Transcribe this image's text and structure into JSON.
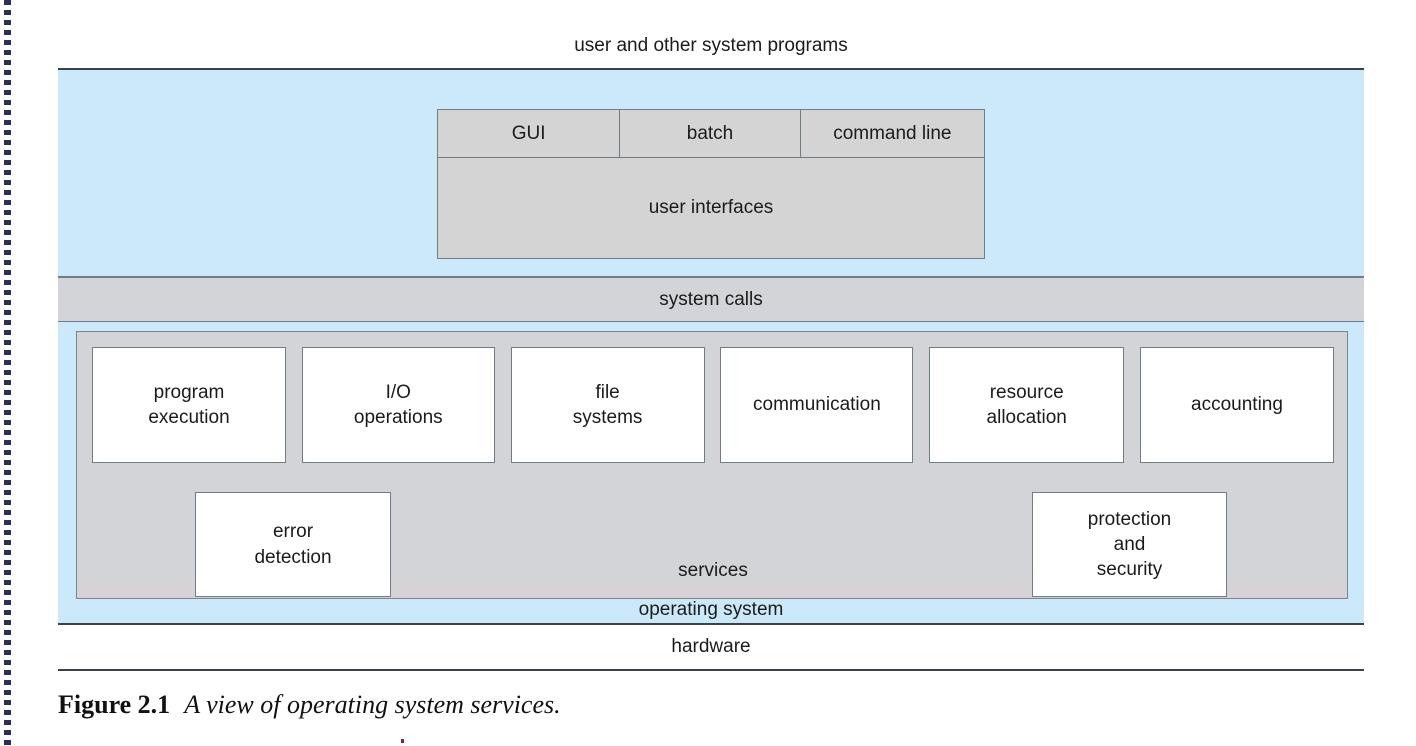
{
  "figure": {
    "caption_number": "Figure 2.1",
    "caption_text": "A view of operating system services.",
    "colors": {
      "blue_layer": "#cbe9fb",
      "grey_panel": "#d2d4d8",
      "grey_box": "#d4d4d4",
      "box_fill": "#ffffff",
      "border_dark": "#3a4147",
      "border_mid": "#6f7d86",
      "rule_navy": "#2a2f55"
    }
  },
  "layers": {
    "user_programs": {
      "label": "user and other system programs"
    },
    "system_calls": {
      "label": "system calls"
    },
    "operating_system": {
      "label": "operating system"
    },
    "hardware": {
      "label": "hardware"
    }
  },
  "user_interfaces": {
    "group_label": "user interfaces",
    "modes": [
      {
        "label": "GUI"
      },
      {
        "label": "batch"
      },
      {
        "label": "command line"
      }
    ]
  },
  "services": {
    "group_label": "services",
    "top_row": [
      {
        "lines": [
          "program",
          "execution"
        ]
      },
      {
        "lines": [
          "I/O",
          "operations"
        ]
      },
      {
        "lines": [
          "file",
          "systems"
        ]
      },
      {
        "lines": [
          "communication"
        ]
      },
      {
        "lines": [
          "resource",
          "allocation"
        ]
      },
      {
        "lines": [
          "accounting"
        ]
      }
    ],
    "bottom_left": {
      "lines": [
        "error",
        "detection"
      ]
    },
    "bottom_right": {
      "lines": [
        "protection",
        "and",
        "security"
      ]
    }
  }
}
